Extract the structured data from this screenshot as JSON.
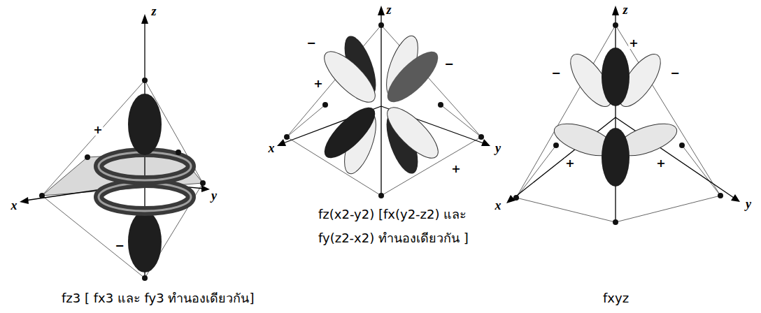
{
  "diagram": {
    "labels": [
      "z",
      "x",
      "y",
      "+",
      "−",
      "fz3 [ fx3 และ fy3 ทำนองเดียวกัน]",
      "z",
      "x",
      "y",
      "−",
      "+",
      "−",
      "+",
      "fz(x2-y2) [fx(y2-z2) และ fy(z2-x2) ทำนองเดียวกัน ]",
      "z",
      "x",
      "y",
      "+",
      "−",
      "−",
      "+",
      "+",
      "fxyz"
    ]
  }
}
